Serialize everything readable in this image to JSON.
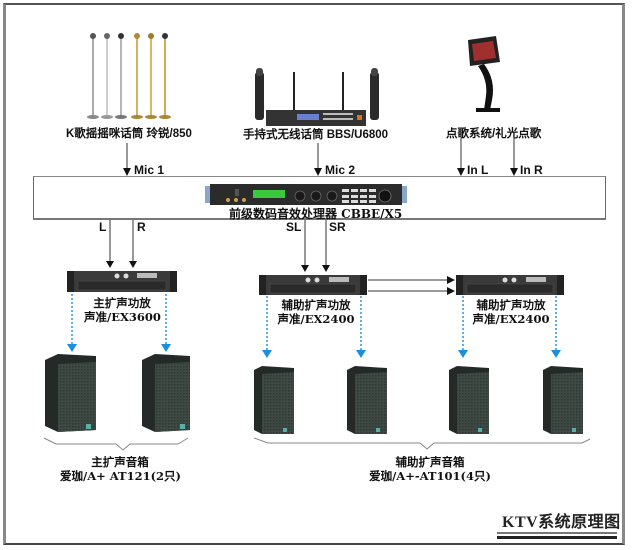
{
  "diagram_title": "KTV系统原理图",
  "sources": [
    {
      "id": "wired-mics",
      "label": "K歌摇摇咪话筒 玲锐/850",
      "output": "Mic 1"
    },
    {
      "id": "wireless-mic",
      "label": "手持式无线话筒 BBS/U6800",
      "output": "Mic 2"
    },
    {
      "id": "song-system",
      "label": "点歌系统/礼光点歌",
      "outputs": [
        "In L",
        "In R"
      ]
    }
  ],
  "processor": {
    "label": "前级数码音效处理器 CBBE/X5",
    "outputs": [
      "L",
      "R",
      "SL",
      "SR"
    ]
  },
  "amplifiers": [
    {
      "id": "main-amp",
      "line1": "主扩声功放",
      "line2": "声准/EX3600"
    },
    {
      "id": "aux-amp-1",
      "line1": "辅助扩声功放",
      "line2": "声准/EX2400"
    },
    {
      "id": "aux-amp-2",
      "line1": "辅助扩声功放",
      "line2": "声准/EX2400"
    }
  ],
  "speaker_groups": [
    {
      "id": "main-speakers",
      "line1": "主扩声音箱",
      "line2": "爱珈/A+ AT121(2只)",
      "count": 2
    },
    {
      "id": "aux-speakers",
      "line1": "辅助扩声音箱",
      "line2": "爱珈/A+-AT101(4只)",
      "count": 4
    }
  ],
  "colors": {
    "signal_line": "#333333",
    "speaker_link": "#1a8fe0",
    "frame": "#888888"
  }
}
